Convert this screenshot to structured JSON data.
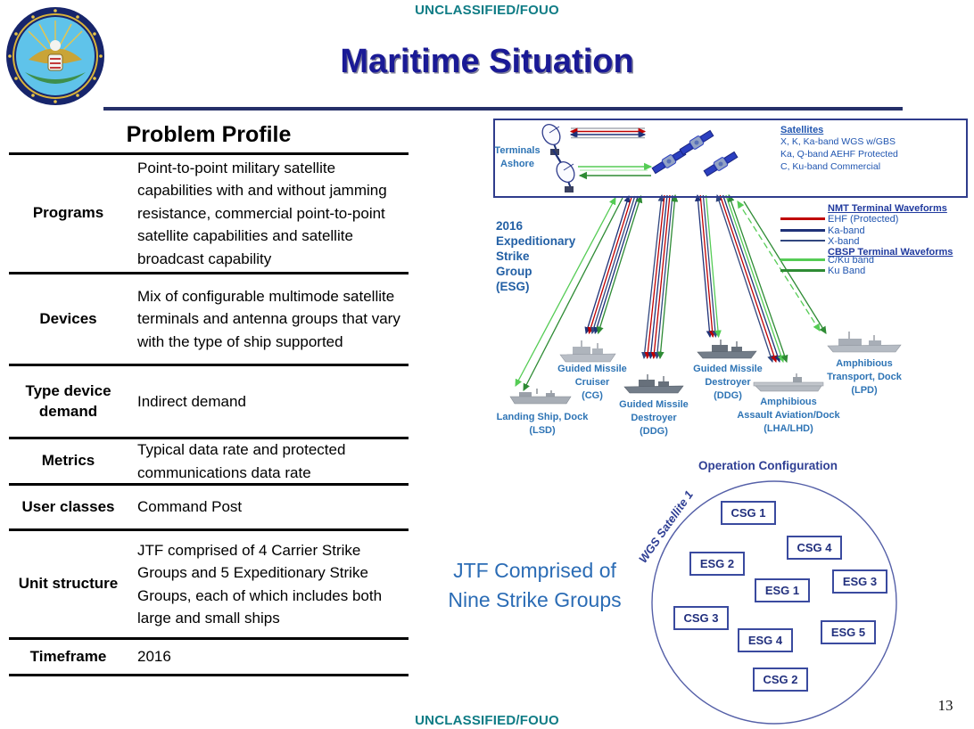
{
  "classification": {
    "top": "UNCLASSIFIED/FOUO",
    "bottom": "UNCLASSIFIED/FOUO"
  },
  "title": "Maritime Situation",
  "page_number": "13",
  "colors": {
    "classification_teal": "#0F7C85",
    "title_navy": "#1A1A96",
    "diagram_blue": "#2E74B5",
    "config_navy": "#2F3F94",
    "ehf_red": "#C00000",
    "ka_band_navy": "#1F3278",
    "x_band_blue": "#31477F",
    "cku_light_green": "#55CC55",
    "ku_dark_green": "#2E8B34"
  },
  "problem_profile": {
    "title": "Problem Profile",
    "rows": [
      {
        "label": "Programs",
        "value": "Point-to-point military satellite capabilities with and without jamming resistance, commercial point-to-point satellite capabilities and satellite broadcast capability"
      },
      {
        "label": "Devices",
        "value": "Mix of configurable multimode satellite terminals and antenna groups that vary  with the type of ship supported"
      },
      {
        "label": "Type device demand",
        "value": "Indirect demand"
      },
      {
        "label": "Metrics",
        "value": "Typical data rate and protected communications data rate"
      },
      {
        "label": "User classes",
        "value": "Command Post"
      },
      {
        "label": "Unit structure",
        "value": "JTF comprised of 4 Carrier Strike Groups and 5 Expeditionary Strike Groups, each of which includes both large and small ships"
      },
      {
        "label": "Timeframe",
        "value": "2016"
      }
    ]
  },
  "diagram": {
    "terminals_ashore": "Terminals\nAshore",
    "esg_label": "2016\nExpeditionary\nStrike\nGroup\n(ESG)",
    "satellites_legend": {
      "title": "Satellites",
      "items": [
        "X, K, Ka-band WGS w/GBS",
        "Ka, Q-band AEHF Protected",
        "C, Ku-band Commercial"
      ]
    },
    "nmt_legend": {
      "title": "NMT Terminal Waveforms",
      "items": [
        {
          "label": "EHF (Protected)",
          "color": "#C00000"
        },
        {
          "label": "Ka-band",
          "color": "#1F3278"
        },
        {
          "label": "X-band",
          "color": "#31477F"
        }
      ]
    },
    "cbsp_legend": {
      "title": "CBSP Terminal Waveforms",
      "items": [
        {
          "label": "C/Ku band",
          "color": "#55CC55"
        },
        {
          "label": "Ku Band",
          "color": "#2E8B34"
        }
      ]
    },
    "ships": [
      {
        "label": "Landing Ship, Dock\n(LSD)"
      },
      {
        "label": "Guided Missile\nCruiser\n(CG)"
      },
      {
        "label": "Guided Missile\nDestroyer\n(DDG)"
      },
      {
        "label": "Guided Missile\nDestroyer\n(DDG)"
      },
      {
        "label": "Amphibious\nAssault Aviation/Dock\n(LHA/LHD)"
      },
      {
        "label": "Amphibious\nTransport, Dock\n(LPD)"
      }
    ]
  },
  "jtf_text": "JTF Comprised of\nNine Strike Groups",
  "operation_config": {
    "title": "Operation Configuration",
    "satellite_label": "WGS Satellite 1",
    "groups": [
      "CSG 1",
      "CSG 4",
      "ESG 2",
      "ESG 1",
      "ESG 3",
      "CSG 3",
      "ESG 4",
      "ESG 5",
      "CSG 2"
    ]
  }
}
